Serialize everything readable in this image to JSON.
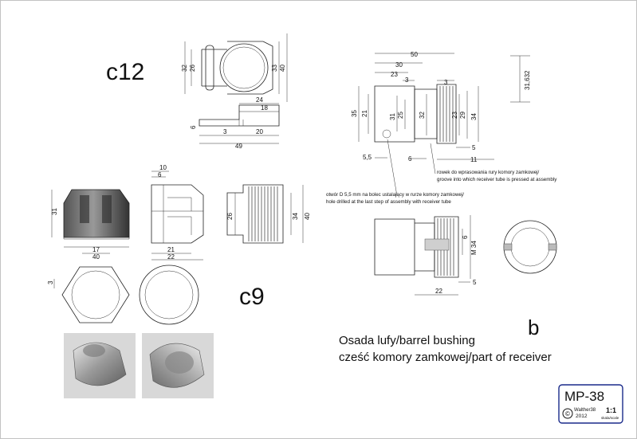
{
  "labels": {
    "c12": "c12",
    "c9": "c9",
    "b": "b",
    "title_line1": "Osada lufy/barrel bushing",
    "title_line2": "cześć komory zamkowej/part of receiver",
    "groove_note_line1": "rowek do wprasowania rury komory zamkowej/",
    "groove_note_line2": "groove into which receiver tube is pressed at assembly",
    "hole_note_line1": "otwór D 5,5 mm na bolec ustalający w rurze komory zamkowej/",
    "hole_note_line2": "hole drilled at the last step of assembly with receiver tube"
  },
  "titleblock": {
    "model": "MP-38",
    "author": "Walther38",
    "year": "2012",
    "scale": "1:1",
    "scale_label": "skala/scale",
    "copyright_symbol": "©"
  },
  "dims_c12": {
    "d32": "32",
    "d26": "26",
    "d40": "40",
    "d33": "33",
    "d24": "24",
    "d18": "18",
    "d6": "6",
    "d3": "3",
    "d20": "20",
    "d49": "49"
  },
  "dims_c9": {
    "d31": "31",
    "d17": "17",
    "d40": "40",
    "d3": "3",
    "d10": "10",
    "d6": "6",
    "d21": "21",
    "d22": "22",
    "d26": "26",
    "d34": "34",
    "d40b": "40"
  },
  "dims_b": {
    "d50": "50",
    "d30": "30",
    "d23": "23",
    "d3a": "3",
    "d3b": "3",
    "d31632": "31,632",
    "d35": "35",
    "d21": "21",
    "d31": "31",
    "d25": "25",
    "d32": "32",
    "d23v": "23",
    "d29": "29",
    "d34": "34",
    "d55": "5,5",
    "d6": "6",
    "d5": "5",
    "d11": "11",
    "d6b": "6",
    "dM34": "M 34",
    "d5b": "5",
    "d22": "22"
  },
  "colors": {
    "line": "#222222",
    "render_dark": "#3a3a3a",
    "render_light": "#c8c8c8",
    "title_border": "#1a2a8a"
  }
}
